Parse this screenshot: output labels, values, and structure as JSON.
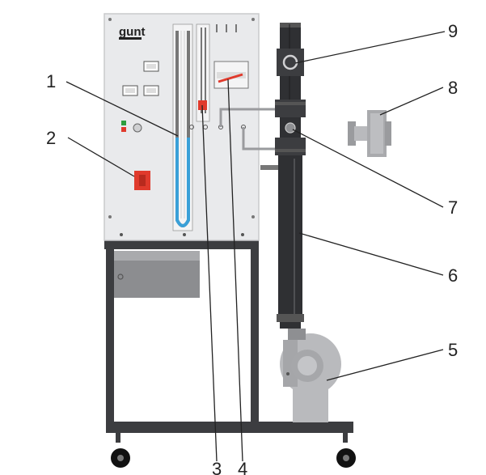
{
  "figure": {
    "brand_logo": "gunt",
    "callouts": [
      {
        "number": "1"
      },
      {
        "number": "2"
      },
      {
        "number": "3"
      },
      {
        "number": "4"
      },
      {
        "number": "5"
      },
      {
        "number": "6"
      },
      {
        "number": "7"
      },
      {
        "number": "8"
      },
      {
        "number": "9"
      }
    ],
    "colors": {
      "panel": "#e9eaec",
      "frame": "#3c3d40",
      "duct": "#2f3033",
      "fan": "#b9babd",
      "accent_red": "#e03a2c",
      "liquid_blue": "#3aa0d8"
    }
  }
}
